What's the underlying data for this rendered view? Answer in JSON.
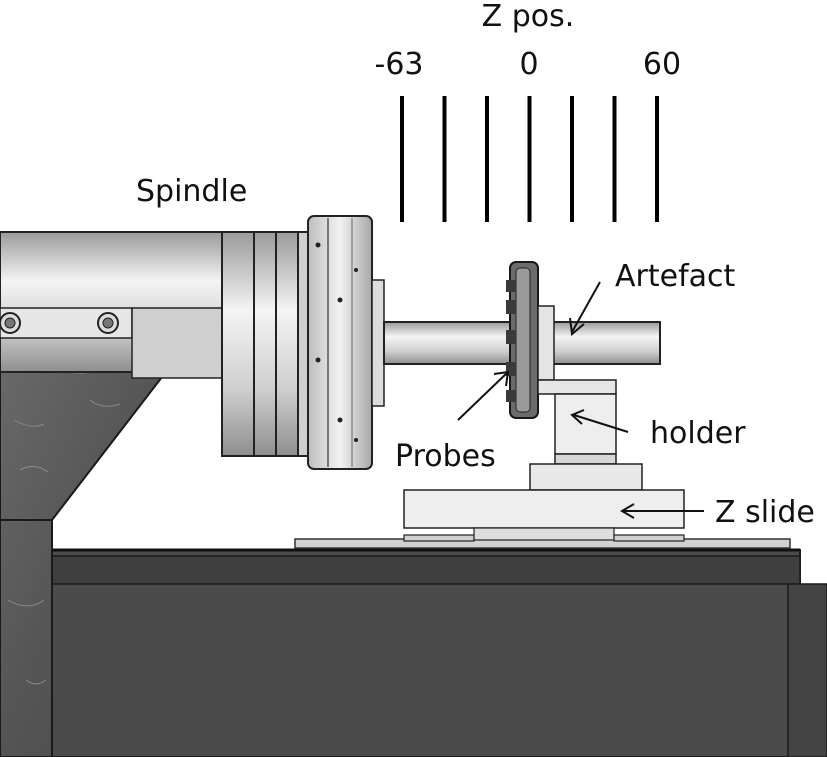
{
  "labels": {
    "z_title": "Z pos.",
    "tick_left": "-63",
    "tick_center": "0",
    "tick_right": "60",
    "spindle": "Spindle",
    "artefact": "Artefact",
    "holder": "holder",
    "probes": "Probes",
    "z_slide": "Z slide"
  },
  "z_positions": {
    "line_count": 7,
    "min": -63,
    "max": 60
  },
  "colors": {
    "background": "#ffffff",
    "base_dark": "#4a4a4a",
    "stone": "#5a5a5a",
    "metal_light": "#dedede",
    "metal_mid": "#b5b5b5",
    "outline": "#222222"
  }
}
